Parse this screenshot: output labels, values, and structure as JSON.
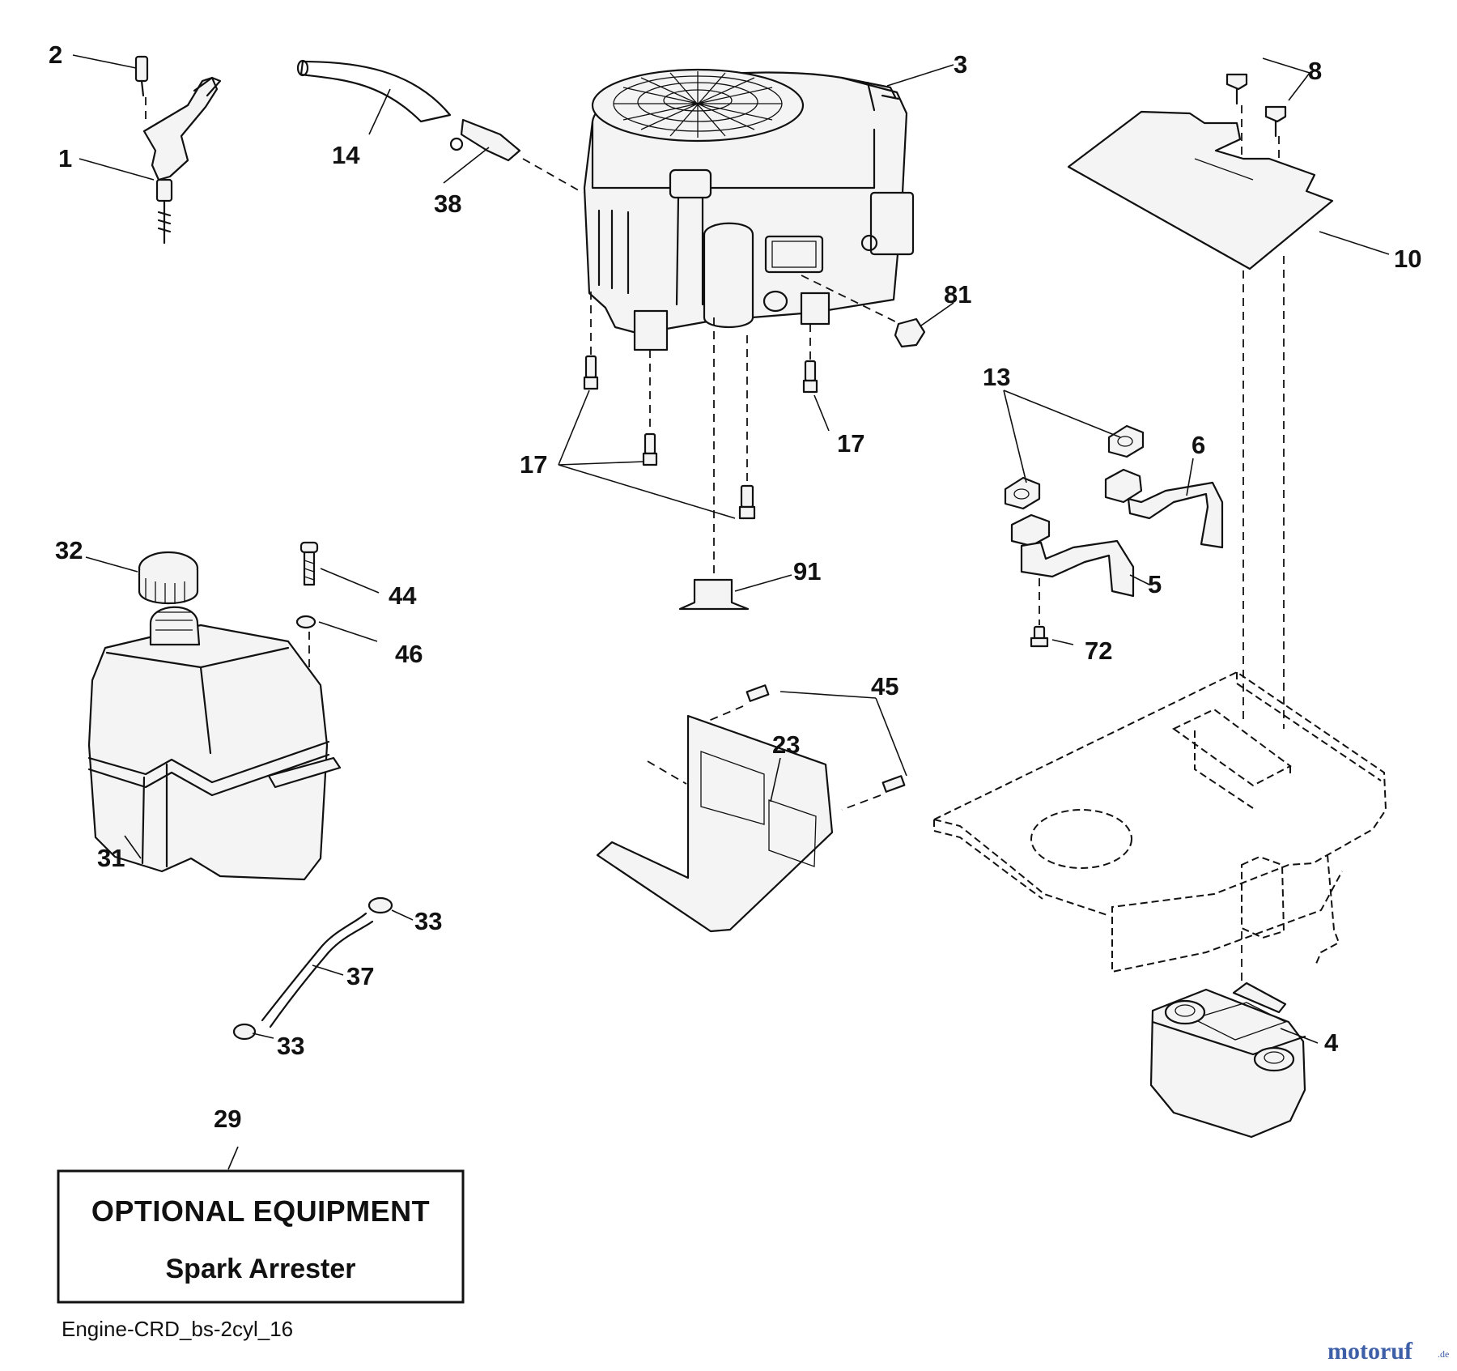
{
  "callouts": [
    "1",
    "2",
    "3",
    "4",
    "5",
    "6",
    "8",
    "10",
    "13",
    "14",
    "17",
    "17",
    "17",
    "23",
    "29",
    "31",
    "32",
    "33",
    "33",
    "37",
    "38",
    "44",
    "45",
    "46",
    "72",
    "81",
    "91"
  ],
  "optional_box": {
    "title": "OPTIONAL EQUIPMENT",
    "subtitle": "Spark Arrester"
  },
  "diagram_code": "Engine-CRD_bs-2cyl_16",
  "watermark": {
    "text": "motoruf",
    "suffix": ".de",
    "color": "#3c5fa8"
  },
  "icons": [
    "engine-icon",
    "fuel-tank-icon",
    "muffler-icon",
    "chassis-frame-icon",
    "heat-shield-icon",
    "throttle-control-icon",
    "fuel-line-icon"
  ]
}
